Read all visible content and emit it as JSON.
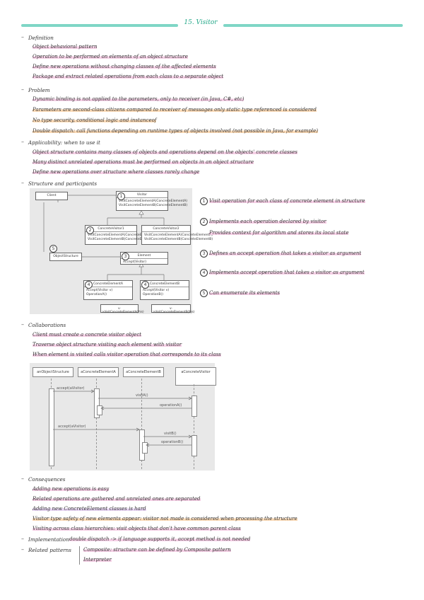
{
  "header": {
    "title": "15. Visitor"
  },
  "definition": {
    "heading": "Definition",
    "lines": [
      "Object behavioral pattern",
      "Operation to be performed on elements of an object structure",
      "Define new operations without changing classes of the affected elements",
      "Package and extract related operations from each class to a separate object"
    ]
  },
  "problem": {
    "heading": "Problem",
    "lines": [
      "Dynamic binding is not applied to the parameters, only to receiver (in Java, C#, etc)",
      "Parameters are second-class citizens compared to receiver of messages only static type referenced is considered",
      "No type security, conditional logic and instanceof",
      "Double dispatch: call functions depending on runtime types of objects involved (not possible in Java, for example)"
    ]
  },
  "applicability": {
    "heading": "Applicability: when to use it",
    "lines": [
      "Object structure contains many classes of objects and operations depend on the objects' concrete classes",
      "Many distinct unrelated operations must be performed on objects in an object structure",
      "Define new operations over structure where classes rarely change"
    ]
  },
  "structure": {
    "heading": "Structure and participants",
    "diagram": {
      "client": "Client",
      "visitor": "Visitor",
      "visitor_ops": [
        "VisitConcreteElementA(ConcreteElementA)",
        "VisitConcreteElementB(ConcreteElementB)"
      ],
      "cv1": "ConcreteVisitor1",
      "cv2": "ConcreteVisitor2",
      "cv_ops": [
        "VisitConcreteElementA(ConcreteElementA)",
        "VisitConcreteElementB(ConcreteElementB)"
      ],
      "object_structure": "ObjectStructure",
      "element": "Element",
      "element_op": "Accept(Visitor)",
      "cea": "ConcreteElementA",
      "ceb": "ConcreteElementB",
      "cea_ops": [
        "Accept(Visitor v)",
        "OperationA()"
      ],
      "ceb_ops": [
        "Accept(Visitor v)",
        "OperationB()"
      ],
      "note_a": "v->VisitConcreteElementA(this)",
      "note_b": "v->VisitConcreteElementB(this)",
      "nums": [
        "1",
        "2",
        "3",
        "4",
        "5"
      ]
    },
    "notes": [
      {
        "num": "1",
        "text": "Visit operation for each class of concrete element in structure"
      },
      {
        "num": "2",
        "text": "Implements each operation declared by visitor"
      },
      {
        "num": "",
        "text": "Provides context for algorithm and stores its local state"
      },
      {
        "num": "3",
        "text": "Defines an accept operation that takes a visitor as argument"
      },
      {
        "num": "4",
        "text": "Implements accept operation that takes a visitor as argument"
      },
      {
        "num": "5",
        "text": "Can enumerate its elements"
      }
    ]
  },
  "collaborations": {
    "heading": "Collaborations",
    "lines": [
      "Client must create a concrete visitor object",
      "Traverse object structure visiting each element with visitor",
      "When element is visited calls visitor operation that corresponds to its class"
    ],
    "diagram": {
      "lifelines": [
        "anObjectStructure",
        "aConcreteElementA",
        "aConcreteElementB",
        "aConcreteVisitor"
      ],
      "messages": [
        "accept(aVisitor)",
        "visitA()",
        "operationA()",
        "accept(aVisitor)",
        "visitB()",
        "operationB()"
      ]
    }
  },
  "consequences": {
    "heading": "Consequences",
    "lines": [
      "Adding new operations is easy",
      "Related operations are gathered and unrelated ones are separated",
      "Adding new ConcreteElement classes is hard",
      "Visitor type safety of new elements appear: visitor not made is considered when processing the structure",
      "Visiting across class hierarchies: visit objects that don't have common parent class"
    ]
  },
  "implementation": {
    "heading": "Implementation",
    "text": "double dispatch -> if language supports it, accept method is not needed"
  },
  "related": {
    "heading": "Related patterns",
    "lines": [
      "Composite: structure can be defined by Composite pattern",
      "Interpreter"
    ]
  }
}
